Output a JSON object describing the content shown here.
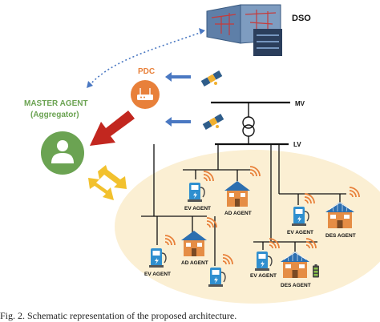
{
  "labels": {
    "dso": "DSO",
    "pdc": "PDC",
    "master_agent": "MASTER AGENT",
    "aggregator": "(Aggregator)",
    "mv": "MV",
    "lv": "LV",
    "ev_agent_1": "EV AGENT",
    "ad_agent_1": "AD AGENT",
    "ev_agent_2": "EV AGENT",
    "des_agent_1": "DES AGENT",
    "ev_agent_3": "EV AGENT",
    "ad_agent_2": "AD AGENT",
    "ev_agent_4": "EV AGENT",
    "des_agent_2": "DES AGENT"
  },
  "caption": "Fig. 2. Schematic representation of the proposed architecture.",
  "colors": {
    "orange": "#E8803A",
    "green": "#6BA352",
    "red_arrow": "#C2271F",
    "yellow_arrow": "#F2C12E",
    "blue_arrow": "#4A78C2",
    "ellipse": "#FBEFD3",
    "ev_station": "#2F8FCF",
    "house_roof": "#2C6FB0",
    "wifi": "#E8803A"
  },
  "icons": [
    "dso-server-icon",
    "pdc-router-icon",
    "satellite-icon",
    "transformer-icon",
    "agent-person-icon",
    "ev-station-icon",
    "house-icon",
    "solar-house-icon",
    "battery-icon",
    "wifi-icon"
  ]
}
